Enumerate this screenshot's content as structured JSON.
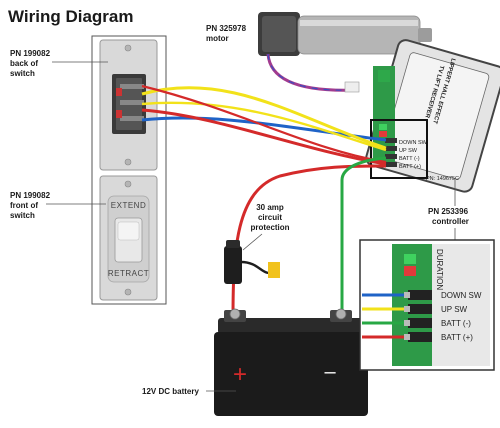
{
  "title": "Wiring Diagram",
  "switch_back": {
    "pn": "PN 199082",
    "line2": "back of",
    "line3": "switch"
  },
  "switch_front": {
    "pn": "PN 199082",
    "line2": "front of",
    "line3": "switch",
    "extend": "EXTEND",
    "retract": "RETRACT"
  },
  "motor": {
    "pn": "PN 325978",
    "name": "motor"
  },
  "fuse": {
    "line1": "30 amp",
    "line2": "circuit",
    "line3": "protection"
  },
  "battery": {
    "label": "12V DC battery",
    "plus": "+",
    "minus": "–"
  },
  "controller": {
    "pn": "PN 253396",
    "name": "controller",
    "title_line1": "LIPPERT HALL EFFECT",
    "title_line2": "TV LIFT RECEIVER",
    "model": "PN: 149675C",
    "side_label": "DURATION",
    "terminals_small": [
      "DOWN SW",
      "UP SW",
      "BATT (-)",
      "BATT (+)"
    ],
    "terminals_zoom": [
      "DOWN SW",
      "UP SW",
      "BATT (-)",
      "BATT (+)"
    ]
  },
  "colors": {
    "blue": "#1f63c7",
    "yellow": "#f2e21a",
    "red": "#d42a2a",
    "green": "#27a844",
    "black": "#1a1a1a"
  }
}
